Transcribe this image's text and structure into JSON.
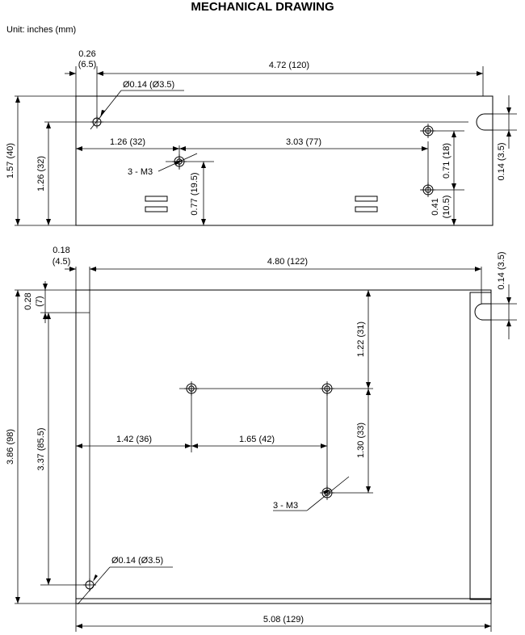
{
  "title": "MECHANICAL DRAWING",
  "unit": "Unit: inches (mm)",
  "top_view": {
    "hole_offset_in": "0.26",
    "hole_offset_mm": "(6.5)",
    "width": "4.72 (120)",
    "hole_dia": "Ø0.14 (Ø3.5)",
    "height": "1.57 (40)",
    "hole_height": "1.26 (32)",
    "h_spacing_left": "1.26 (32)",
    "h_spacing_right": "3.03 (77)",
    "screw": "3 - M3",
    "screw_height": "0.77 (19.5)",
    "v_spacing": "0.71 (18)",
    "bottom_offset_in": "0.41",
    "bottom_offset_mm": "(10.5)",
    "slot_width": "0.14 (3.5)"
  },
  "bottom_view": {
    "offset_in": "0.18",
    "offset_mm": "(4.5)",
    "width": "4.80 (122)",
    "slot_width": "0.14 (3.5)",
    "top_offset_in": "0.28",
    "top_offset_mm": "(7)",
    "height": "3.86 (98)",
    "hole_height": "3.37 (85.5)",
    "upper_gap": "1.22 (31)",
    "lower_gap": "1.30 (33)",
    "left_dist": "1.42 (36)",
    "mid_dist": "1.65 (42)",
    "screw": "3 - M3",
    "hole_dia": "Ø0.14 (Ø3.5)",
    "overall_width": "5.08 (129)"
  }
}
